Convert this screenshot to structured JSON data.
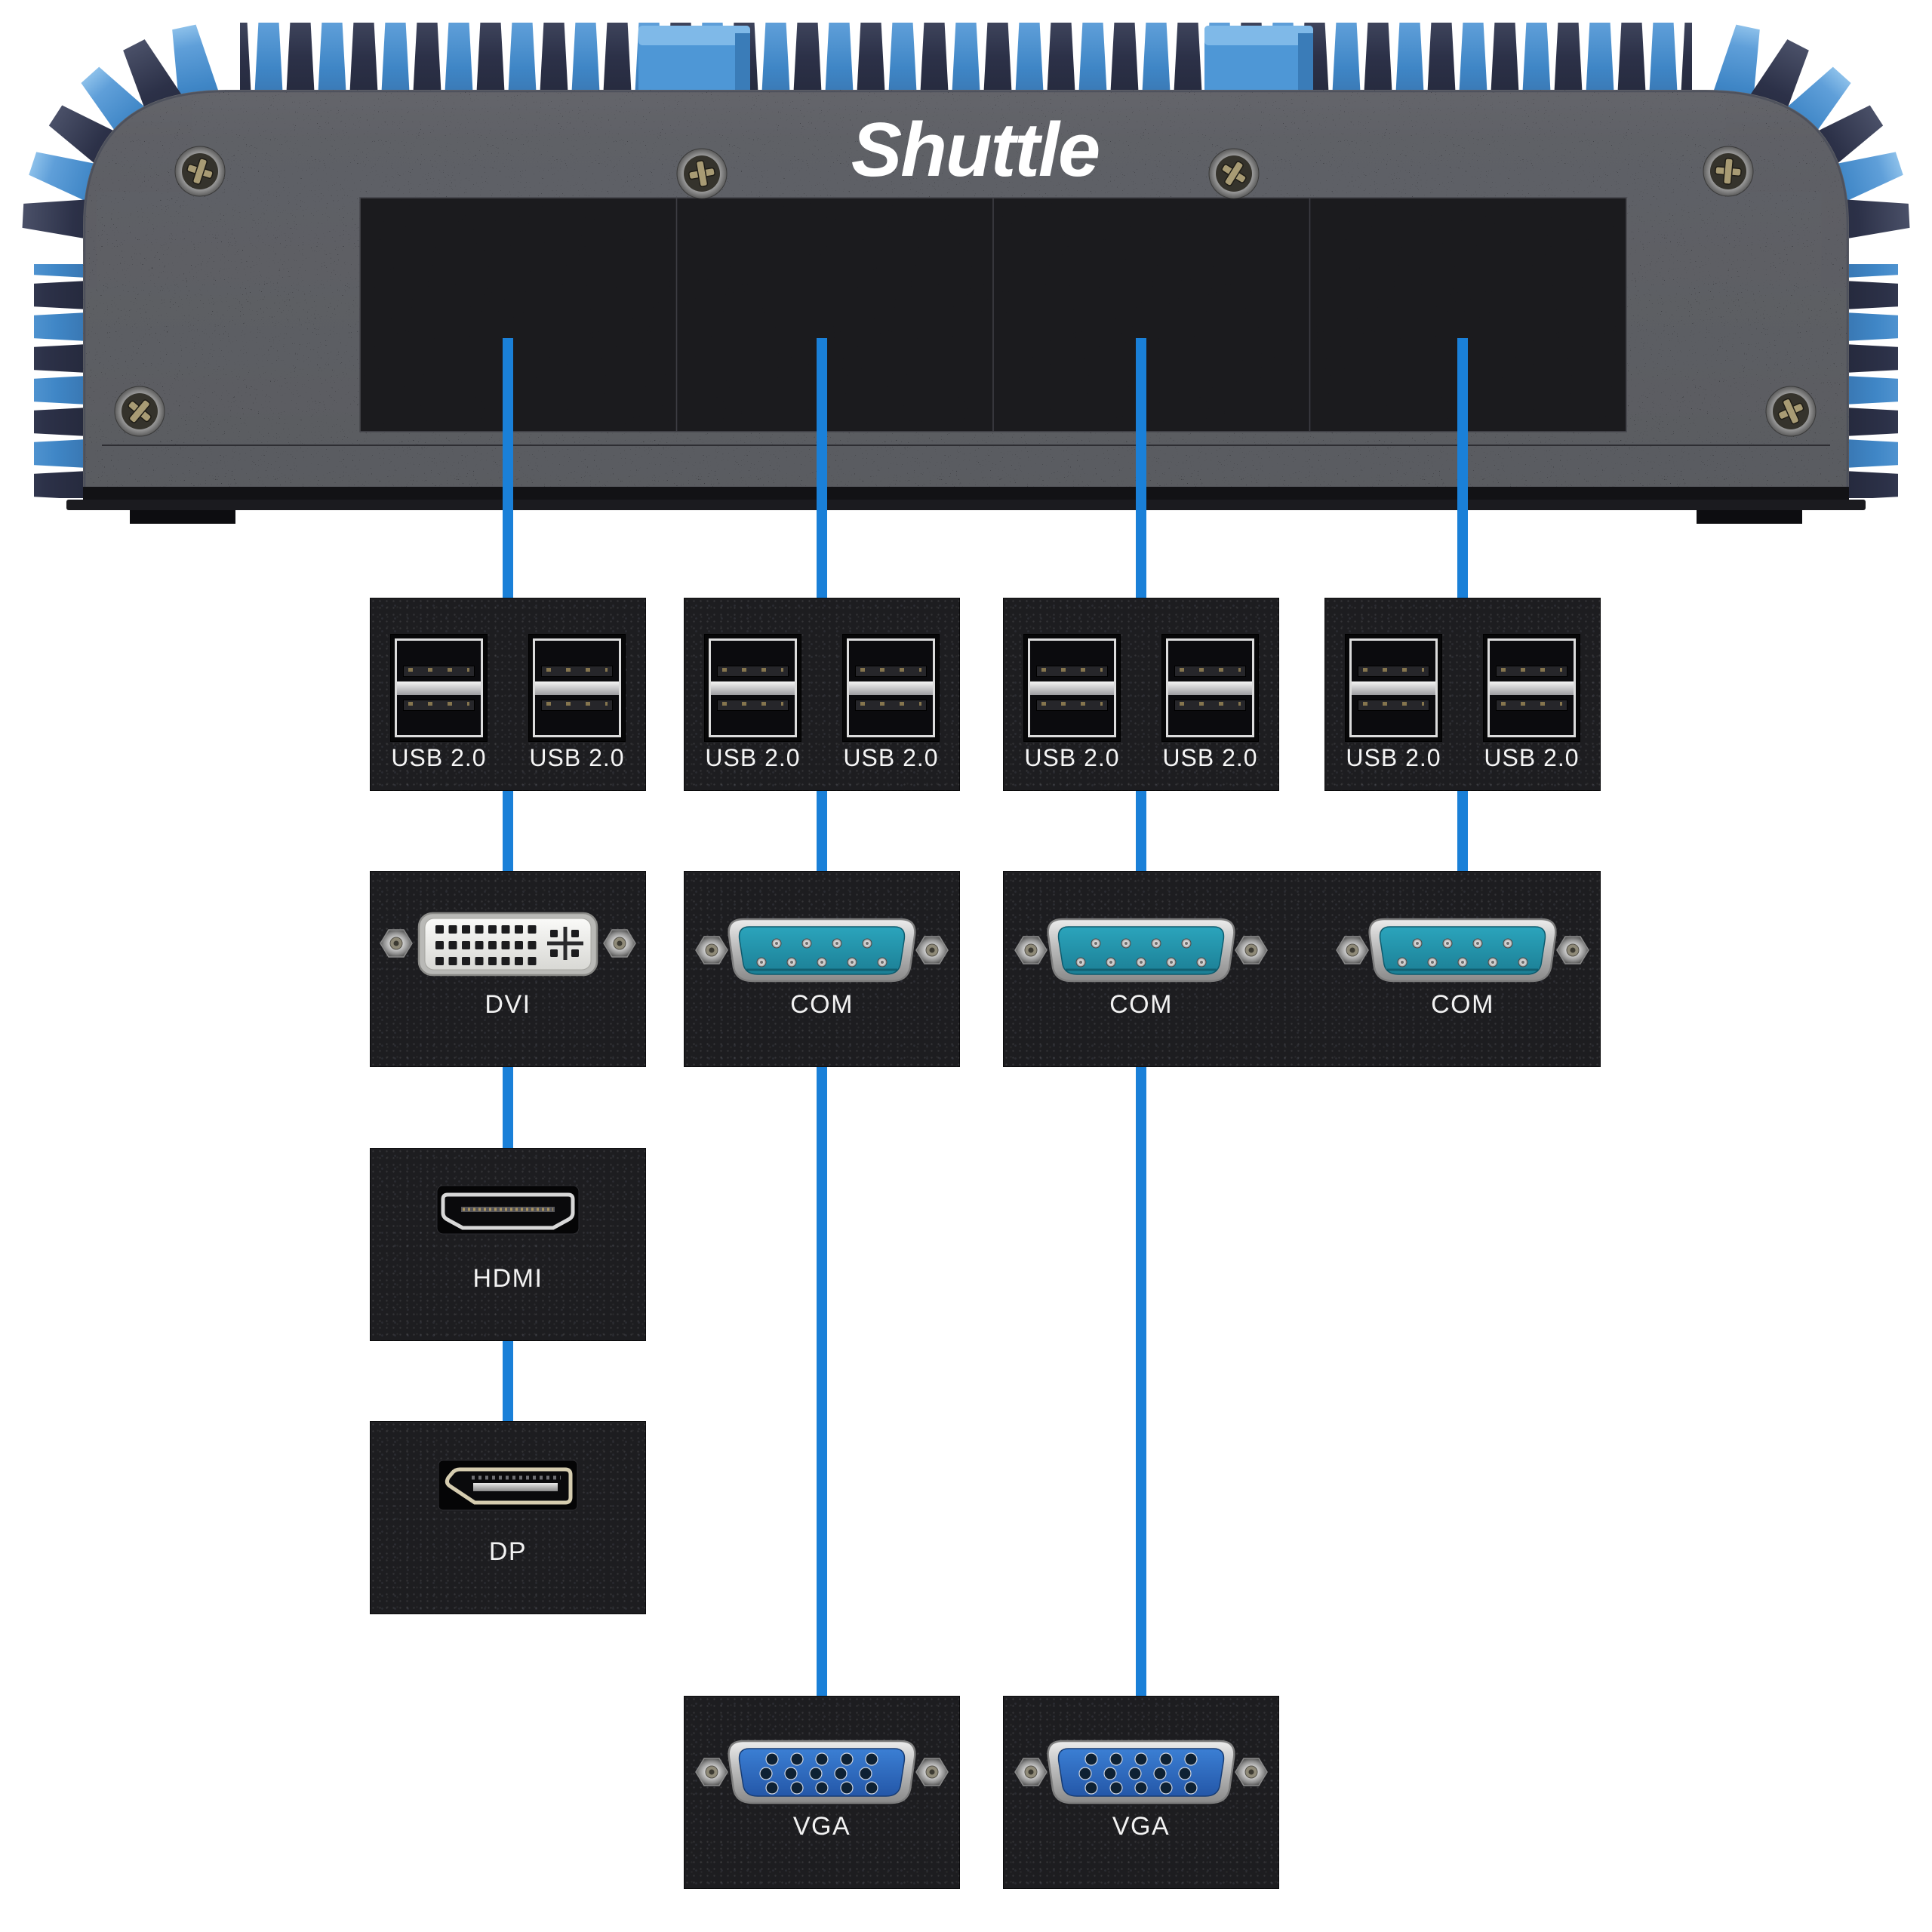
{
  "device": {
    "logo": "Shuttle",
    "description": "fanless mini PC with blue heatsink fins and four expansion bays"
  },
  "colors": {
    "connector_line": "#1a80d8",
    "fin_blue": "#4a90cf",
    "fin_dark": "#2b3047",
    "chassis": "#1d1d20",
    "com_insert": "#2596ad",
    "vga_insert": "#2f6cc4",
    "label_text": "#f2f2f2"
  },
  "columns": [
    {
      "name": "slot-1",
      "ports": [
        {
          "type": "usb-dual",
          "labels": [
            "USB 2.0",
            "USB 2.0"
          ]
        },
        {
          "type": "dvi",
          "label": "DVI"
        },
        {
          "type": "hdmi",
          "label": "HDMI"
        },
        {
          "type": "dp",
          "label": "DP"
        }
      ]
    },
    {
      "name": "slot-2",
      "ports": [
        {
          "type": "usb-dual",
          "labels": [
            "USB 2.0",
            "USB 2.0"
          ]
        },
        {
          "type": "com",
          "label": "COM"
        },
        {
          "type": "vga",
          "label": "VGA"
        }
      ]
    },
    {
      "name": "slot-3",
      "ports": [
        {
          "type": "usb-dual",
          "labels": [
            "USB 2.0",
            "USB 2.0"
          ]
        },
        {
          "type": "com",
          "label": "COM"
        },
        {
          "type": "vga",
          "label": "VGA"
        }
      ]
    },
    {
      "name": "slot-4",
      "ports": [
        {
          "type": "usb-dual",
          "labels": [
            "USB 2.0",
            "USB 2.0"
          ]
        },
        {
          "type": "com",
          "label": "COM"
        }
      ]
    }
  ]
}
